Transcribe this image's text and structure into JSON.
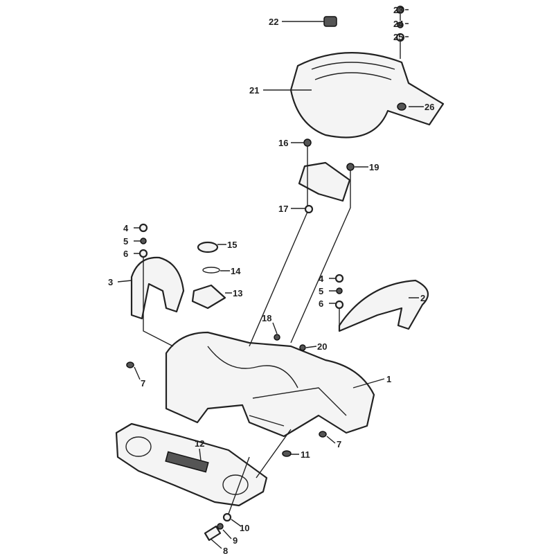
{
  "diagram": {
    "callouts": [
      {
        "id": "c22",
        "text": "22"
      },
      {
        "id": "c23",
        "text": "23"
      },
      {
        "id": "c24",
        "text": "24"
      },
      {
        "id": "c25",
        "text": "25"
      },
      {
        "id": "c21",
        "text": "21"
      },
      {
        "id": "c26",
        "text": "26"
      },
      {
        "id": "c16",
        "text": "16"
      },
      {
        "id": "c19",
        "text": "19"
      },
      {
        "id": "c17",
        "text": "17"
      },
      {
        "id": "c4a",
        "text": "4"
      },
      {
        "id": "c5a",
        "text": "5"
      },
      {
        "id": "c6a",
        "text": "6"
      },
      {
        "id": "c15",
        "text": "15"
      },
      {
        "id": "c14",
        "text": "14"
      },
      {
        "id": "c13",
        "text": "13"
      },
      {
        "id": "c3",
        "text": "3"
      },
      {
        "id": "c4b",
        "text": "4"
      },
      {
        "id": "c5b",
        "text": "5"
      },
      {
        "id": "c6b",
        "text": "6"
      },
      {
        "id": "c2",
        "text": "2"
      },
      {
        "id": "c18",
        "text": "18"
      },
      {
        "id": "c20",
        "text": "20"
      },
      {
        "id": "c7a",
        "text": "7"
      },
      {
        "id": "c1",
        "text": "1"
      },
      {
        "id": "c12",
        "text": "12"
      },
      {
        "id": "c7b",
        "text": "7"
      },
      {
        "id": "c11",
        "text": "11"
      },
      {
        "id": "c10",
        "text": "10"
      },
      {
        "id": "c9",
        "text": "9"
      },
      {
        "id": "c8",
        "text": "8"
      }
    ]
  }
}
